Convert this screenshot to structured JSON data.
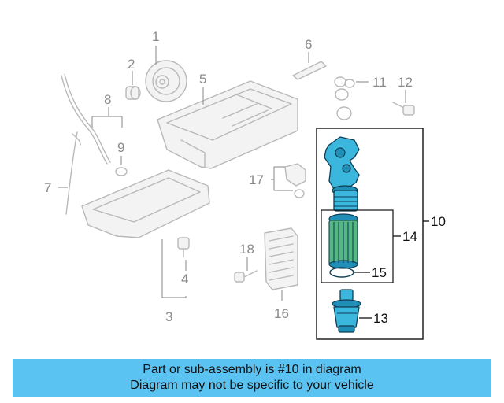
{
  "callouts": {
    "c1": "1",
    "c2": "2",
    "c3": "3",
    "c4": "4",
    "c5": "5",
    "c6": "6",
    "c7": "7",
    "c8": "8",
    "c9": "9",
    "c10": "10",
    "c11": "11",
    "c12": "12",
    "c13": "13",
    "c14": "14",
    "c15": "15",
    "c16": "16",
    "c17": "17",
    "c18": "18"
  },
  "highlight": {
    "part_number": "10",
    "color": "#3bb6dd"
  },
  "banner": {
    "line1": "Part or sub-assembly is #10 in diagram",
    "line2": "Diagram may not be specific to your vehicle",
    "background": "#5bc3f2"
  }
}
